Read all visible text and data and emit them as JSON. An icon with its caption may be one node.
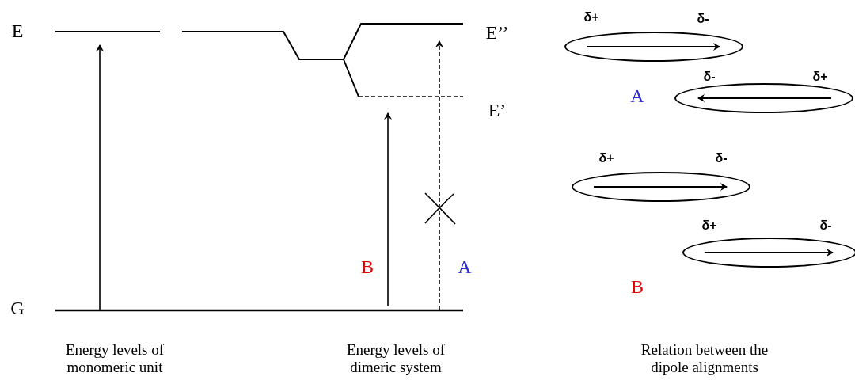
{
  "diagram": {
    "nodes": [
      {
        "text": [],
        "shape": "ellipse",
        "beside": [
          "δ+",
          "δ-"
        ]
      },
      {
        "text": [],
        "shape": "ellipse",
        "beside": [
          "δ-",
          "δ+"
        ]
      },
      {
        "text": [],
        "shape": "ellipse",
        "beside": [
          "δ+",
          "δ-"
        ]
      },
      {
        "text": [],
        "shape": "ellipse",
        "beside": [
          "δ+",
          "δ-"
        ]
      }
    ],
    "edges": [],
    "labels": [
      "E",
      "E’’",
      "E’",
      "B",
      "A",
      "G",
      "Energy levels of monomeric unit",
      "Energy levels of dimeric system",
      "A",
      "B",
      "Relation between the dipole alignments"
    ]
  }
}
